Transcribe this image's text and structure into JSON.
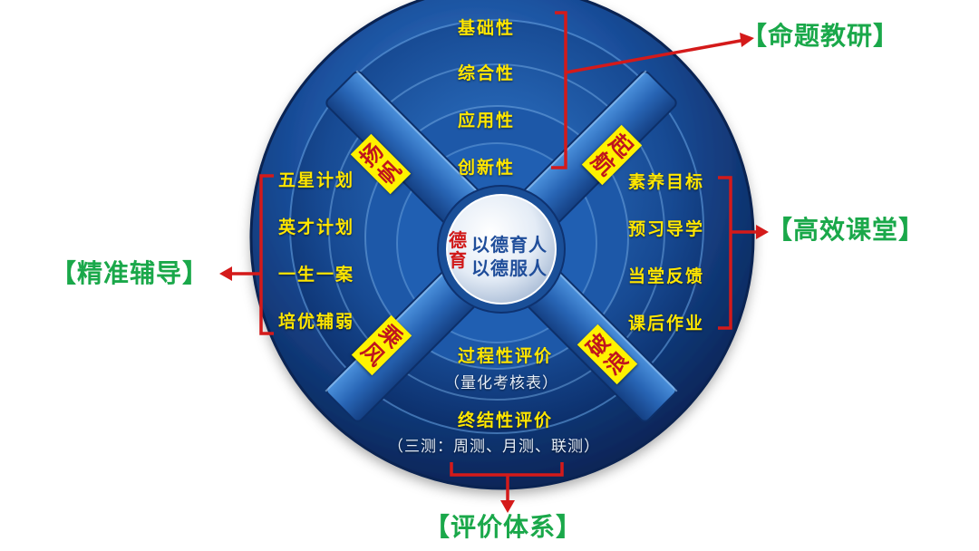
{
  "center": {
    "side_char_1": "德",
    "side_char_2": "育",
    "line1": "以德育人",
    "line2": "以德服人"
  },
  "quadrant_tags": {
    "top_left": [
      "扬",
      "帆"
    ],
    "top_right": [
      "起",
      "航"
    ],
    "bottom_left": [
      "乘",
      "风"
    ],
    "bottom_right": [
      "破",
      "浪"
    ]
  },
  "top_group": {
    "items": [
      "基础性",
      "综合性",
      "应用性",
      "创新性"
    ],
    "callout": "【命题教研】"
  },
  "right_group": {
    "items": [
      "素养目标",
      "预习导学",
      "当堂反馈",
      "课后作业"
    ],
    "callout": "【高效课堂】"
  },
  "left_group": {
    "items": [
      "五星计划",
      "英才计划",
      "一生一案",
      "培优辅弱"
    ],
    "callout": "【精准辅导】"
  },
  "bottom_group": {
    "item1": "过程性评价",
    "item1_note": "（量化考核表）",
    "item2": "终结性评价",
    "item2_note": "（三测：周测、月测、联测）",
    "callout": "【评价体系】"
  },
  "colors": {
    "disc_dark": "#0a2a63",
    "disc_mid": "#1c5fb0",
    "text_yellow": "#ffe600",
    "callout_green": "#1aa84a",
    "bracket_red": "#d41a1a",
    "center_blue": "#1f4d9a"
  }
}
